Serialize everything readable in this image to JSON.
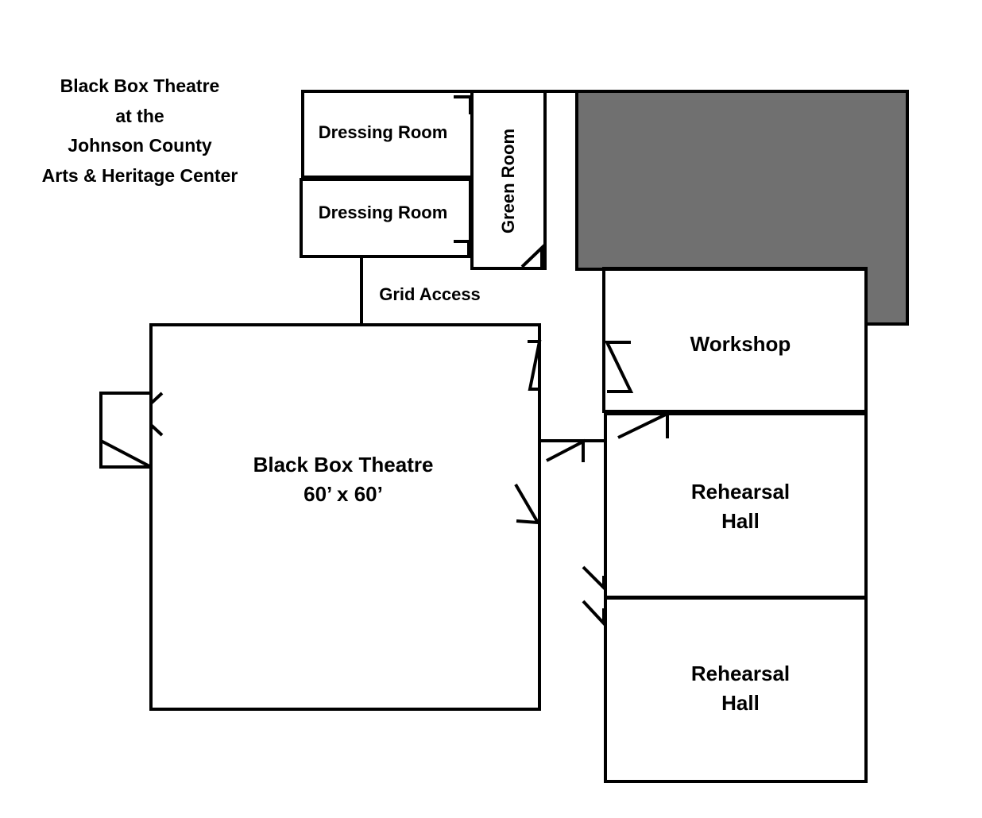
{
  "title_lines": [
    "Black Box Theatre",
    "at the",
    "Johnson County",
    "Arts & Heritage Center"
  ],
  "rooms": {
    "dressing_room_1": "Dressing Room",
    "dressing_room_2": "Dressing Room",
    "green_room": "Green Room",
    "grid_access": "Grid Access",
    "workshop": "Workshop",
    "black_box": {
      "line1": "Black Box Theatre",
      "line2": "60’ x 60’"
    },
    "rehearsal_hall_1": {
      "line1": "Rehearsal",
      "line2": "Hall"
    },
    "rehearsal_hall_2": {
      "line1": "Rehearsal",
      "line2": "Hall"
    }
  },
  "colors": {
    "walls": "#000000",
    "unlabeled_area": "#707070",
    "background": "#ffffff"
  }
}
